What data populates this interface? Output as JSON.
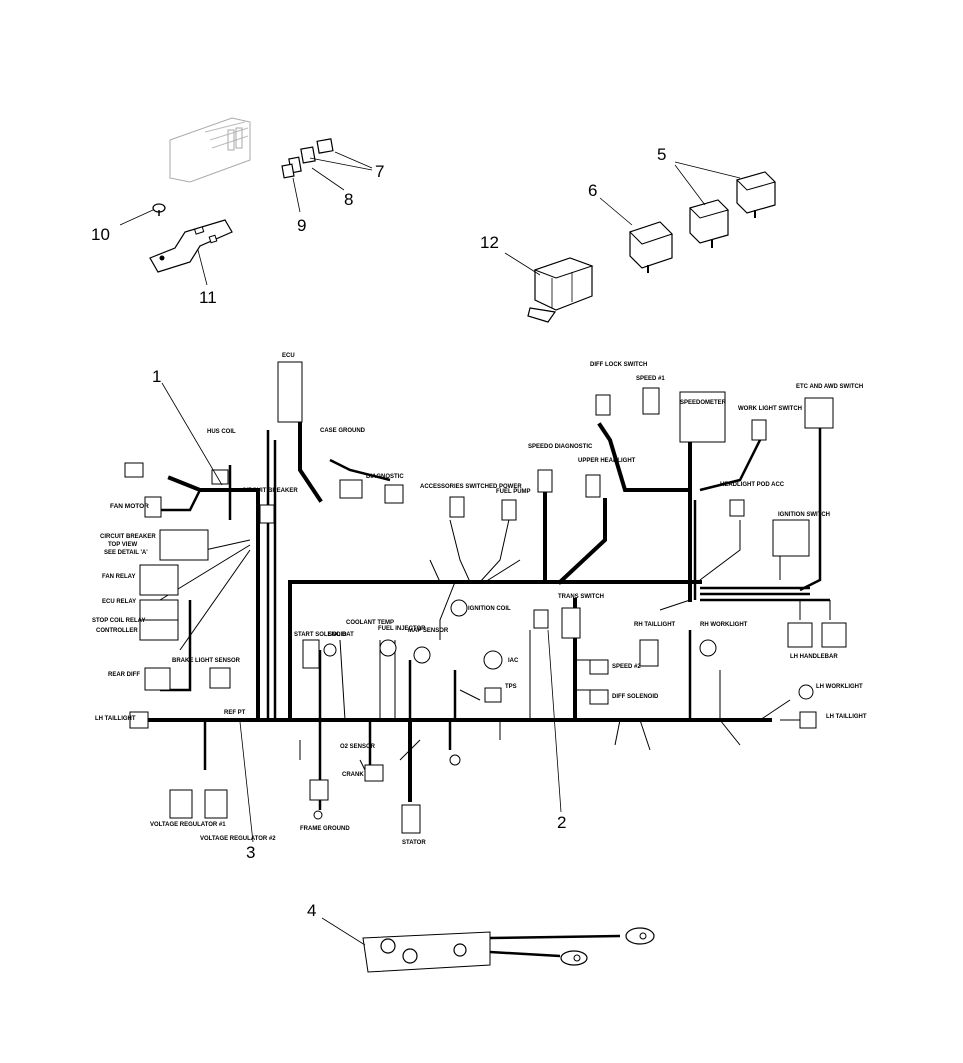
{
  "callouts": {
    "c1": "1",
    "c2": "2",
    "c3": "3",
    "c4": "4",
    "c5": "5",
    "c6": "6",
    "c7": "7",
    "c8": "8",
    "c9": "9",
    "c10": "10",
    "c11": "11",
    "c12": "12"
  },
  "labels": {
    "ecu": "ECU",
    "hus_coil": "HUS COIL",
    "fan_motor": "FAN MOTOR",
    "circuit_breaker": "CIRCUIT BREAKER",
    "top_view": "TOP VIEW",
    "see_detail": "SEE DETAIL 'A'",
    "fan_relay": "FAN RELAY",
    "ecu_relay": "ECU RELAY",
    "stop_coil_relay": "STOP COIL RELAY",
    "controller": "CONTROLLER",
    "rear_diff": "REAR DIFF",
    "lh_taillight": "LH TAILLIGHT",
    "voltage_reg_1": "VOLTAGE REGULATOR #1",
    "voltage_reg_2": "VOLTAGE REGULATOR #2",
    "brake_light_sensor": "BRAKE LIGHT SENSOR",
    "circuit_breaker_2": "CIRCUIT BREAKER",
    "case_ground": "CASE GROUND",
    "diagnostic": "DIAGNOSTIC",
    "accessories": "ACCESSORIES SWITCHED POWER",
    "fuel_pump": "FUEL PUMP",
    "speedo_diagnostic": "SPEEDO DIAGNOSTIC",
    "upper_headlight": "UPPER HEADLIGHT",
    "diff_lock_switch": "DIFF LOCK SWITCH",
    "speed_1": "SPEED #1",
    "speedometer": "SPEEDOMETER",
    "work_light_switch": "WORK LIGHT SWITCH",
    "etc_awd_switch": "ETC AND AWD SWITCH",
    "headlight_pod": "HEADLIGHT POD ACC",
    "ignition_switch": "IGNITION SWITCH",
    "coolant_temp": "COOLANT TEMP",
    "start_solenoid": "START SOLENOID",
    "sol_bat": "SOL BAT",
    "fuel_injector": "FUEL INJECTOR",
    "map_sensor": "MAP SENSOR",
    "ignition_coil": "IGNITION COIL",
    "trans_switch": "TRANS SWITCH",
    "iac": "IAC",
    "tps": "TPS",
    "speed_2": "SPEED #2",
    "diff_solenoid": "DIFF SOLENOID",
    "rh_taillight": "RH TAILLIGHT",
    "rh_worklight": "RH WORKLIGHT",
    "lh_handlebar": "LH HANDLEBAR",
    "lh_worklight": "LH WORKLIGHT",
    "lh_taillight_r": "LH TAILLIGHT",
    "o2_sensor": "O2 SENSOR",
    "crank": "CRANK",
    "frame_ground": "FRAME GROUND",
    "stator": "STATOR",
    "ref_pt": "REF PT"
  }
}
